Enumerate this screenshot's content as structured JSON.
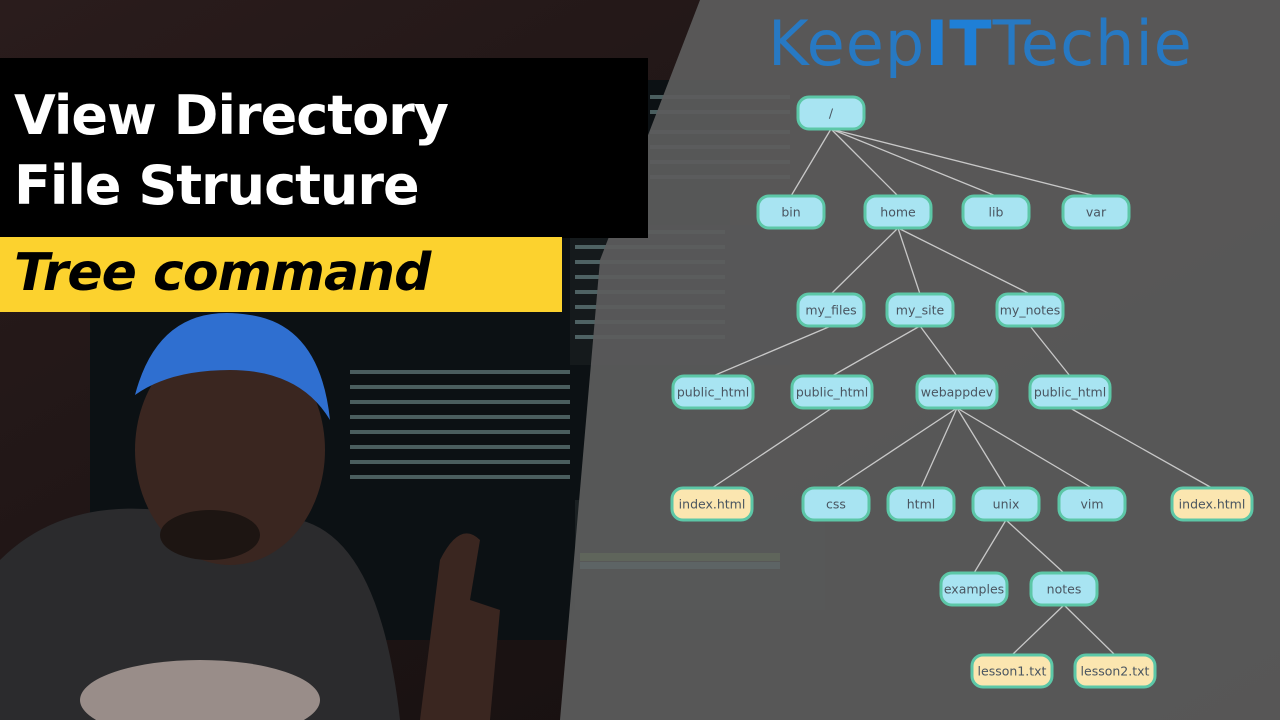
{
  "title": {
    "line1": "View Directory",
    "line2": "File Structure",
    "subtitle": "Tree command"
  },
  "logo": {
    "text": "KeepITTechie",
    "part1": "Keep",
    "part2": "IT",
    "part3": "Techie"
  },
  "colors": {
    "title_bg": "#000000",
    "subtitle_bg": "#fcd22e",
    "logo": "#1f7fd6",
    "folder_node": "#a8e4f2",
    "file_node": "#fbe6b0",
    "node_border": "#5cc7a7"
  },
  "tree": {
    "nodes": [
      {
        "id": "root",
        "label": "/",
        "type": "folder",
        "parent": null
      },
      {
        "id": "bin",
        "label": "bin",
        "type": "folder",
        "parent": "root"
      },
      {
        "id": "home",
        "label": "home",
        "type": "folder",
        "parent": "root"
      },
      {
        "id": "lib",
        "label": "lib",
        "type": "folder",
        "parent": "root"
      },
      {
        "id": "var",
        "label": "var",
        "type": "folder",
        "parent": "root"
      },
      {
        "id": "my_files",
        "label": "my_files",
        "type": "folder",
        "parent": "home"
      },
      {
        "id": "my_site",
        "label": "my_site",
        "type": "folder",
        "parent": "home"
      },
      {
        "id": "my_notes",
        "label": "my_notes",
        "type": "folder",
        "parent": "home"
      },
      {
        "id": "ph1",
        "label": "public_html",
        "type": "folder",
        "parent": "my_files"
      },
      {
        "id": "ph2",
        "label": "public_html",
        "type": "folder",
        "parent": "my_site"
      },
      {
        "id": "webappdev",
        "label": "webappdev",
        "type": "folder",
        "parent": "my_site"
      },
      {
        "id": "ph3",
        "label": "public_html",
        "type": "folder",
        "parent": "my_notes"
      },
      {
        "id": "idx1",
        "label": "index.html",
        "type": "file",
        "parent": "ph2"
      },
      {
        "id": "css",
        "label": "css",
        "type": "folder",
        "parent": "webappdev"
      },
      {
        "id": "html",
        "label": "html",
        "type": "folder",
        "parent": "webappdev"
      },
      {
        "id": "unix",
        "label": "unix",
        "type": "folder",
        "parent": "webappdev"
      },
      {
        "id": "vim",
        "label": "vim",
        "type": "folder",
        "parent": "webappdev"
      },
      {
        "id": "idx2",
        "label": "index.html",
        "type": "file",
        "parent": "ph3"
      },
      {
        "id": "examples",
        "label": "examples",
        "type": "folder",
        "parent": "unix"
      },
      {
        "id": "notes",
        "label": "notes",
        "type": "folder",
        "parent": "unix"
      },
      {
        "id": "lesson1",
        "label": "lesson1.txt",
        "type": "file",
        "parent": "notes"
      },
      {
        "id": "lesson2",
        "label": "lesson2.txt",
        "type": "file",
        "parent": "notes"
      }
    ]
  }
}
